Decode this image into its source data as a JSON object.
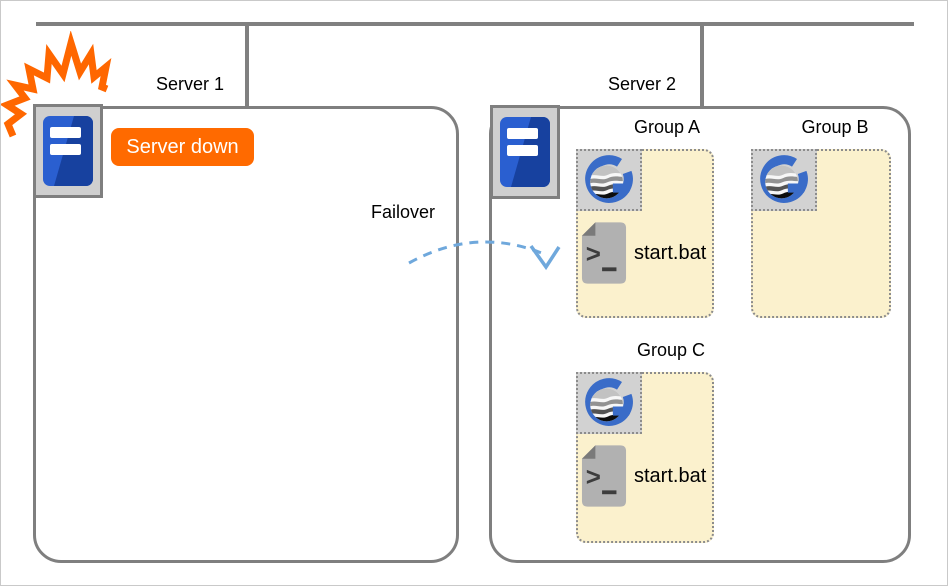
{
  "servers": [
    {
      "label": "Server 1",
      "status_badge": "Server down"
    },
    {
      "label": "Server 2"
    }
  ],
  "failover": {
    "label": "Failover"
  },
  "groups": [
    {
      "name": "Group A",
      "script": "start.bat"
    },
    {
      "name": "Group B"
    },
    {
      "name": "Group C",
      "script": "start.bat"
    }
  ],
  "icons": {
    "server": "server-tower-icon",
    "group_app": "g-globe-logo-icon",
    "script": "batch-file-terminal-icon",
    "crash": "explosion-icon",
    "failover_arrow": "dashed-curved-arrow-icon"
  },
  "colors": {
    "line_gray": "#7F7F7F",
    "badge_orange": "#FF6A00",
    "explosion_orange": "#FF6700",
    "group_fill": "#FBF1CD",
    "dotted_border": "#8C8C8C",
    "logo_blue": "#3A6CC8",
    "server_blue_light": "#2A5FD0",
    "server_blue_dark": "#17419F",
    "arrow_blue": "#6FA8DC"
  }
}
